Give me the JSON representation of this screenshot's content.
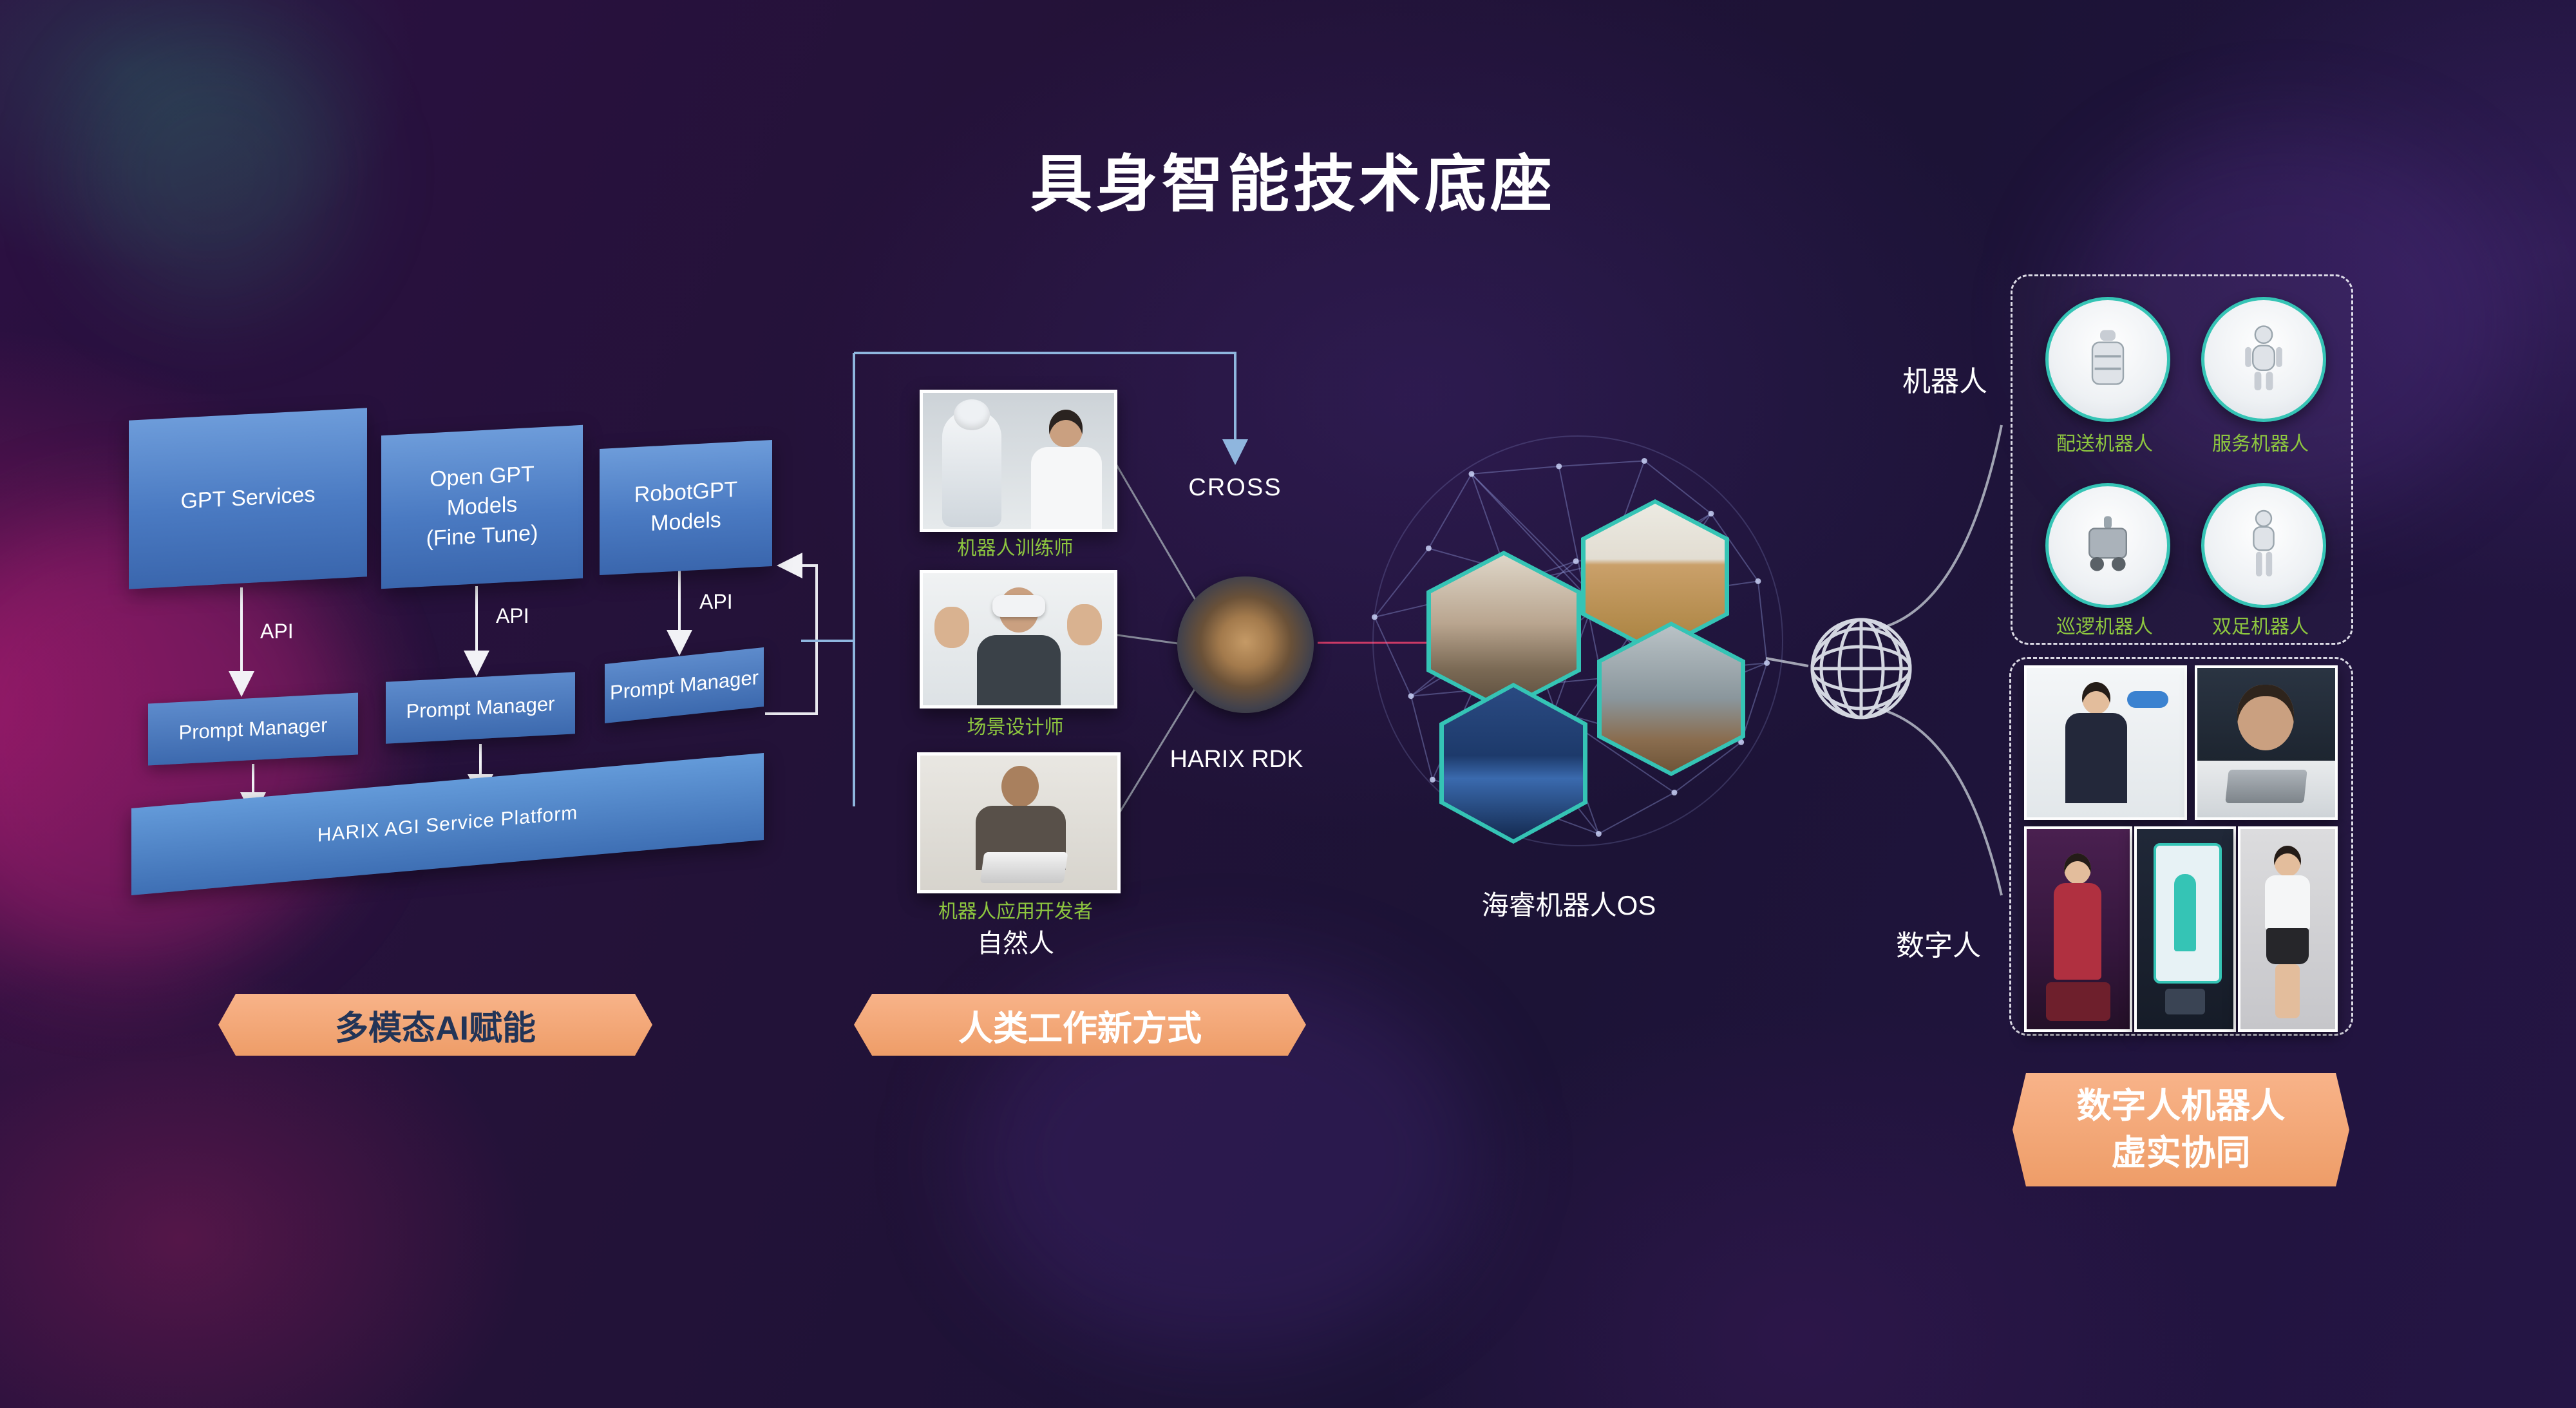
{
  "title": "具身智能技术底座",
  "colors": {
    "accent_orange": "#f3a878",
    "accent_green": "#8dc63f",
    "accent_blue": "#4f86c6",
    "accent_teal": "#35c4b5"
  },
  "left": {
    "boxes": [
      {
        "label": "GPT Services"
      },
      {
        "label": "Open GPT\nModels\n(Fine Tune)"
      },
      {
        "label": "RobotGPT\nModels"
      }
    ],
    "api_label": "API",
    "prompt_managers": [
      "Prompt Manager",
      "Prompt Manager",
      "Prompt Manager"
    ],
    "platform": "HARIX AGI Service Platform",
    "banner": "多模态AI赋能"
  },
  "middle": {
    "photos": [
      {
        "caption": "机器人训练师"
      },
      {
        "caption": "场景设计师"
      },
      {
        "caption": "机器人应用开发者"
      }
    ],
    "natural_person": "自然人",
    "banner": "人类工作新方式",
    "cross_label": "CROSS",
    "rdk_label": "HARIX RDK"
  },
  "center": {
    "os_label": "海睿机器人OS"
  },
  "right": {
    "robots_label": "机器人",
    "digital_label": "数字人",
    "robot_items": [
      "配送机器人",
      "服务机器人",
      "巡逻机器人",
      "双足机器人"
    ],
    "banner_line1": "数字人机器人",
    "banner_line2": "虚实协同"
  }
}
